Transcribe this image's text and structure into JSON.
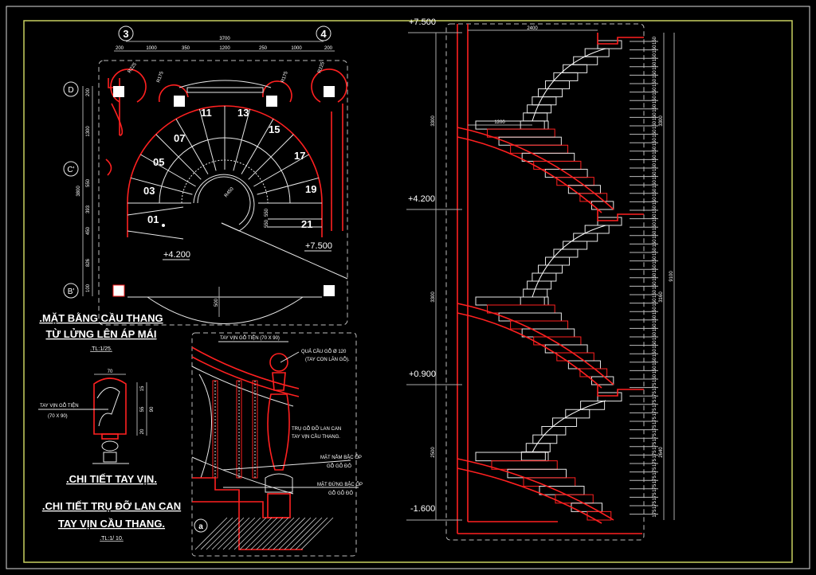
{
  "colors": {
    "background": "#000000",
    "line": "#e8e8e8",
    "red": "#ff2020",
    "frame": "#c8d060"
  },
  "plan": {
    "grid_top": [
      "3",
      "4"
    ],
    "grid_left": [
      "D",
      "C'",
      "B'"
    ],
    "dim_total": "3700",
    "dims_top": [
      "200",
      "1000",
      "350",
      "1200",
      "250",
      "1000",
      "200"
    ],
    "dims_left": [
      "200",
      "1300",
      "3800",
      "550",
      "393",
      "450",
      "826",
      "100"
    ],
    "radius_labels": [
      "R225",
      "R175",
      "R175",
      "R225"
    ],
    "inner_radius": "R450",
    "step_numbers": [
      "01",
      "03",
      "05",
      "07",
      "11",
      "13",
      "15",
      "17",
      "19",
      "21"
    ],
    "inner_dims": [
      "550",
      "550"
    ],
    "plan_dim_500": "500",
    "level_low": "+4.200",
    "level_high": "+7.500",
    "title_line1": ".MẶT BẰNG CẦU THANG",
    "title_line2": "TỪ LỬNG LÊN ÁP MÁI",
    "scale": ".TL:1/25."
  },
  "handrail": {
    "dim_width": "70",
    "dims_right": [
      "15",
      "55",
      "20"
    ],
    "dim_total": "90",
    "label_line1": "TAY VỊN GỖ TIỆN",
    "label_line2": "(70 X 90)",
    "title": ".CHI TIẾT TAY VỊN."
  },
  "post": {
    "label_rail": "TAY VỊN GỖ TIỆN (70 X 90)",
    "label_ball_1": "QUẢ CẦU GỖ Ø 120",
    "label_ball_2": "(TAY CON LĂN GỖ).",
    "label_post_1": "TRỤ GỖ ĐỠ LAN CAN",
    "label_post_2": "TAY VỊN CẦU THANG.",
    "label_tread_1": "MẶT NẰM BẬC ỐP",
    "label_tread_2": "GỖ GÕ ĐỎ",
    "label_riser_1": "MẶT ĐỨNG BẬC ỐP",
    "label_riser_2": "GỖ GÕ ĐỎ",
    "marker": "a",
    "title_line1": ".CHI TIẾT TRỤ ĐỠ LAN CAN",
    "title_line2": "TAY VỊN CẦU THANG.",
    "scale": ".TL:1/ 10."
  },
  "section": {
    "levels": [
      "+7.500",
      "+4.200",
      "+0.900",
      "-1.600"
    ],
    "dims_left": [
      "3300",
      "3300",
      "2500"
    ],
    "dims_right": [
      "3300",
      "3160",
      "2640"
    ],
    "dim_total": "9100",
    "dim_width": "2400",
    "dim_half": "1200",
    "riser_top": "150",
    "riser_bottom": "175"
  }
}
